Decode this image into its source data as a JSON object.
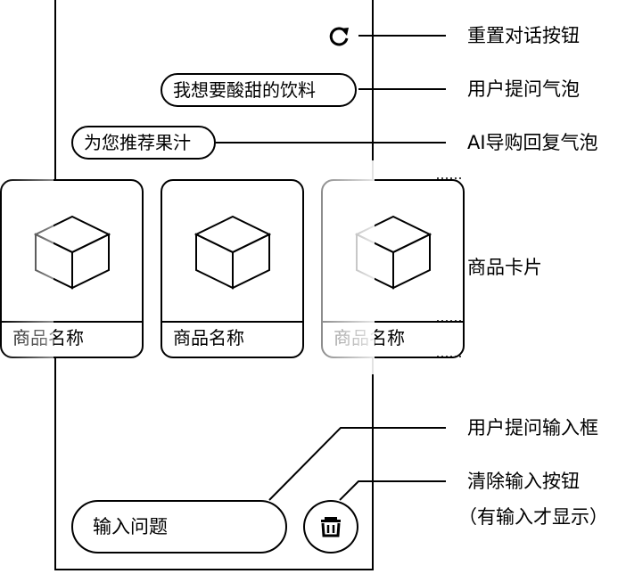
{
  "chat": {
    "user_question": "我想要酸甜的饮料",
    "ai_reply": "为您推荐果汁"
  },
  "products": [
    {
      "name": "商品名称",
      "icon": "cube-icon"
    },
    {
      "name": "商品名称",
      "icon": "cube-icon"
    },
    {
      "name": "商品名称",
      "icon": "cube-icon"
    }
  ],
  "input": {
    "placeholder": "输入问题"
  },
  "annotations": {
    "reset": "重置对话按钮",
    "user_bubble": "用户提问气泡",
    "ai_bubble": "AI导购回复气泡",
    "product_card": "商品卡片",
    "input_box": "用户提问输入框",
    "clear_button": "清除输入按钮",
    "clear_note": "（有输入才显示）"
  }
}
